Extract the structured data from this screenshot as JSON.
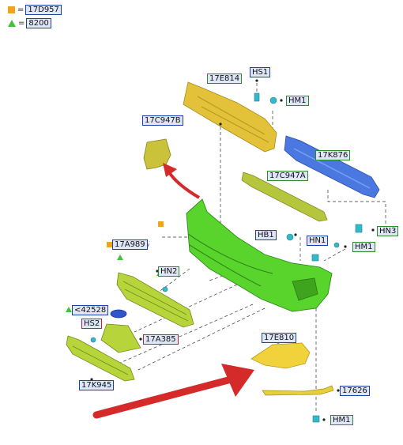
{
  "legend": {
    "square_code": "17D957",
    "triangle_code": "8200",
    "square_color": "#f0a41a",
    "triangle_color": "#45c23c",
    "equals": "="
  },
  "labels": {
    "l_17E814": "17E814",
    "l_HS1": "HS1",
    "l_HM1_top": "HM1",
    "l_17C947B": "17C947B",
    "l_17K876": "17K876",
    "l_17C947A": "17C947A",
    "l_HN3": "HN3",
    "l_HB1": "HB1",
    "l_HN1": "HN1",
    "l_HM1_mid": "HM1",
    "l_17A989": "17A989",
    "l_HN2": "HN2",
    "l_42528": "<42528",
    "l_HS2": "HS2",
    "l_17A385": "17A385",
    "l_17E810": "17E810",
    "l_17K945": "17K945",
    "l_17626": "17626",
    "l_HM1_bot": "HM1"
  },
  "colors": {
    "bumper": "#58d42c",
    "grille": "#b7d43a",
    "absorber": "#e3c23a",
    "reinforcement": "#4a78e0",
    "fog_bezel": "#f2d23a",
    "bracket": "#c8c83c",
    "clip": "#35b9c9",
    "arrow": "#d42a2a",
    "emblem": "#2f55c8"
  }
}
